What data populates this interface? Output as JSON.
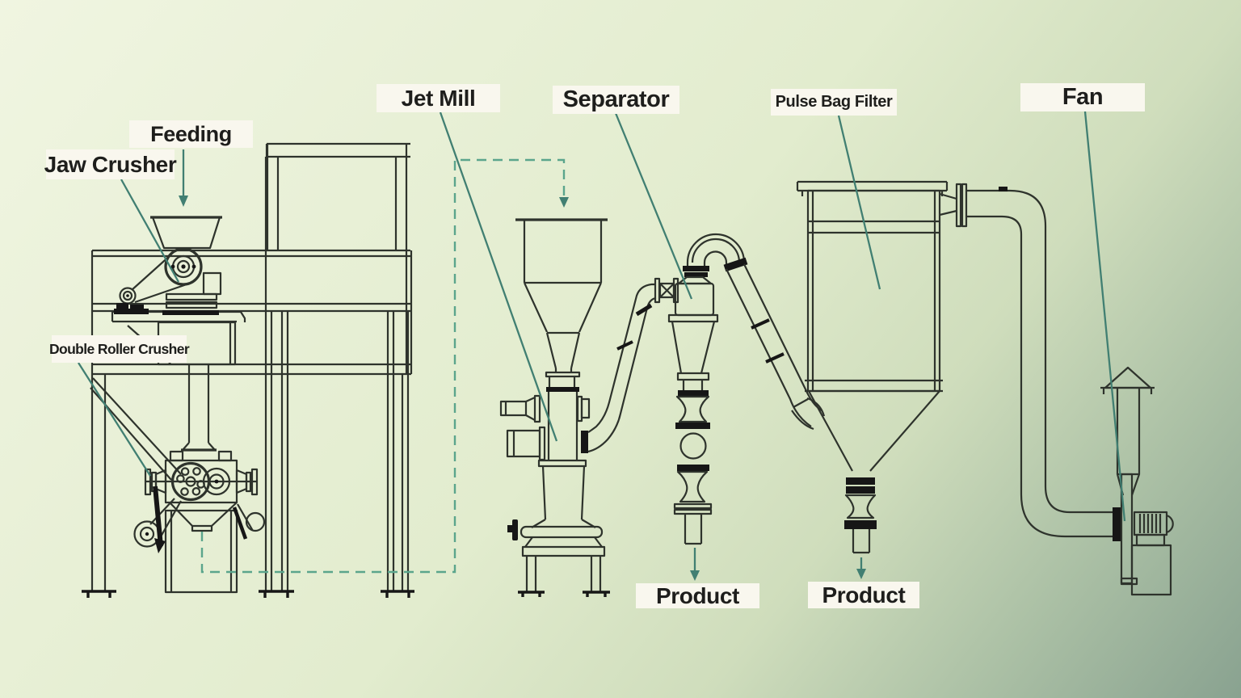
{
  "labels": {
    "feeding": "Feeding",
    "jaw_crusher": "Jaw Crusher",
    "double_roller_crusher": "Double Roller Crusher",
    "jet_mill": "Jet Mill",
    "separator": "Separator",
    "pulse_bag_filter": "Pulse Bag Filter",
    "fan": "Fan",
    "product_left": "Product",
    "product_right": "Product"
  },
  "colors": {
    "background_light": "#f0f5e1",
    "background_dark": "#89a290",
    "line": "#2e332c",
    "line_black": "#161616",
    "leader": "#417f72",
    "dashed_flow": "#5ba58c",
    "label_background": "#f9f7ee",
    "label_text": "#1e1e1c"
  }
}
